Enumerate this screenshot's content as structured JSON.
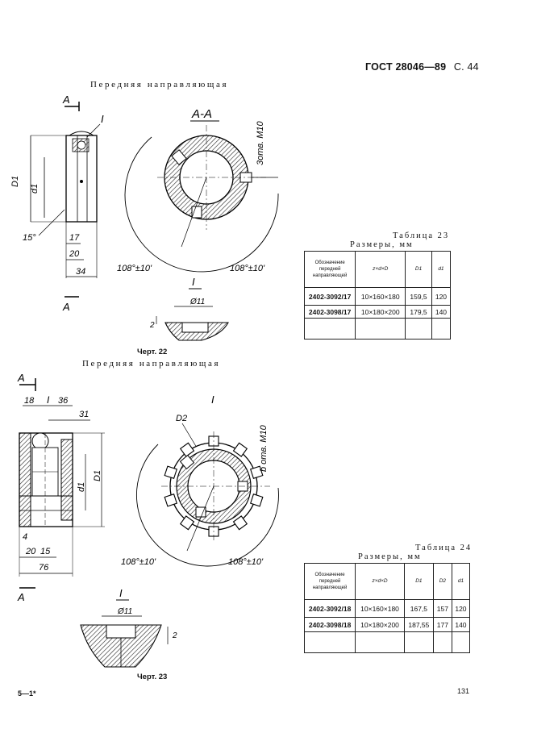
{
  "header": {
    "standard": "ГОСТ 28046—89",
    "page_ref": "С. 44"
  },
  "fig22": {
    "title": "Передняя направляющая",
    "caption": "Черт. 22",
    "section_label": "A-A",
    "detail_label": "I",
    "cut_label": "A",
    "dims": {
      "d1_outer": "D1",
      "d1_inner": "d1",
      "angle": "15°",
      "w17": "17",
      "w20": "20",
      "w34": "34",
      "holes": "3отв. М10",
      "ang_left": "108°±10'",
      "ang_right": "108°±10'",
      "detail_diam": "Ø11",
      "detail_h": "2"
    }
  },
  "fig23": {
    "title": "Передняя направляющая",
    "caption": "Черт. 23",
    "section_label": "I",
    "detail_label": "I",
    "cut_label": "A",
    "d2_label": "D2",
    "dims": {
      "w18": "18",
      "w36": "36",
      "w31": "31",
      "w4": "4",
      "w20": "20",
      "w15": "15",
      "w76": "76",
      "d1": "d1",
      "D1": "D1",
      "holes": "b отв. М10",
      "ang_left": "108°±10'",
      "ang_right": "108°±10'",
      "detail_diam": "Ø11",
      "detail_h": "2"
    }
  },
  "table23": {
    "title": "Таблица 23",
    "subtitle": "Размеры, мм",
    "headers": [
      "Обозначение передней направляющей",
      "z×d×D",
      "D1",
      "d1"
    ],
    "rows": [
      [
        "2402-3092/17",
        "10×160×180",
        "159,5",
        "120"
      ],
      [
        "2402-3098/17",
        "10×180×200",
        "179,5",
        "140"
      ]
    ]
  },
  "table24": {
    "title": "Таблица 24",
    "subtitle": "Размеры, мм",
    "headers": [
      "Обозначение передней направляющей",
      "z×d×D",
      "D1",
      "D2",
      "d1"
    ],
    "rows": [
      [
        "2402-3092/18",
        "10×160×180",
        "167,5",
        "157",
        "120"
      ],
      [
        "2402-3098/18",
        "10×180×200",
        "187,55",
        "177",
        "140"
      ]
    ]
  },
  "footer": {
    "left_mark": "5—1*",
    "page_number": "131"
  }
}
